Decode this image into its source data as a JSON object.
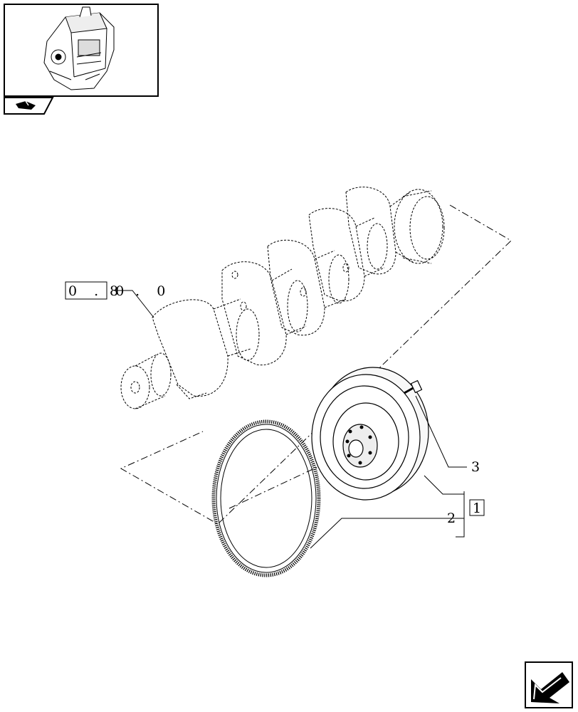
{
  "thumbnail": {
    "icon": "engine-thumbnail"
  },
  "section_tab": {
    "icon": "book-hand-icon"
  },
  "callouts": {
    "reference_box": "0 . 0",
    "reference_suffix": "8 . 0",
    "item_1": "1",
    "item_2": "2",
    "item_3": "3"
  },
  "nav": {
    "icon": "next-page-arrow-icon"
  }
}
